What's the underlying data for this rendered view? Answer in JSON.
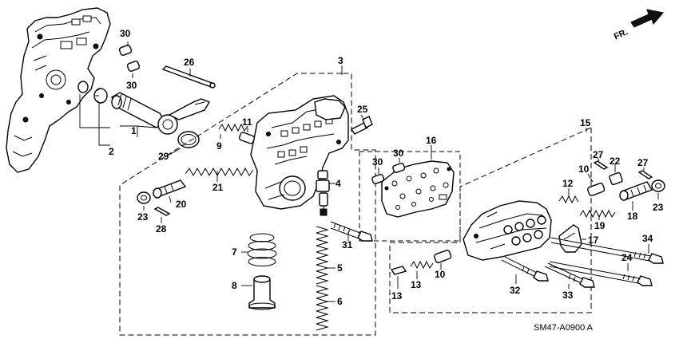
{
  "diagram": {
    "orientation_label": "FR.",
    "figure_code": "SM47-A0900 A",
    "callouts": [
      "1",
      "2",
      "3",
      "4",
      "5",
      "6",
      "7",
      "8",
      "9",
      "10",
      "10",
      "11",
      "12",
      "13",
      "14",
      "15",
      "16",
      "17",
      "18",
      "19",
      "20",
      "21",
      "22",
      "23",
      "23",
      "24",
      "25",
      "26",
      "27",
      "27",
      "28",
      "29",
      "30",
      "30",
      "30",
      "30",
      "31",
      "32",
      "33",
      "34"
    ]
  },
  "colors": {
    "line": "#000000",
    "background": "#ffffff"
  }
}
